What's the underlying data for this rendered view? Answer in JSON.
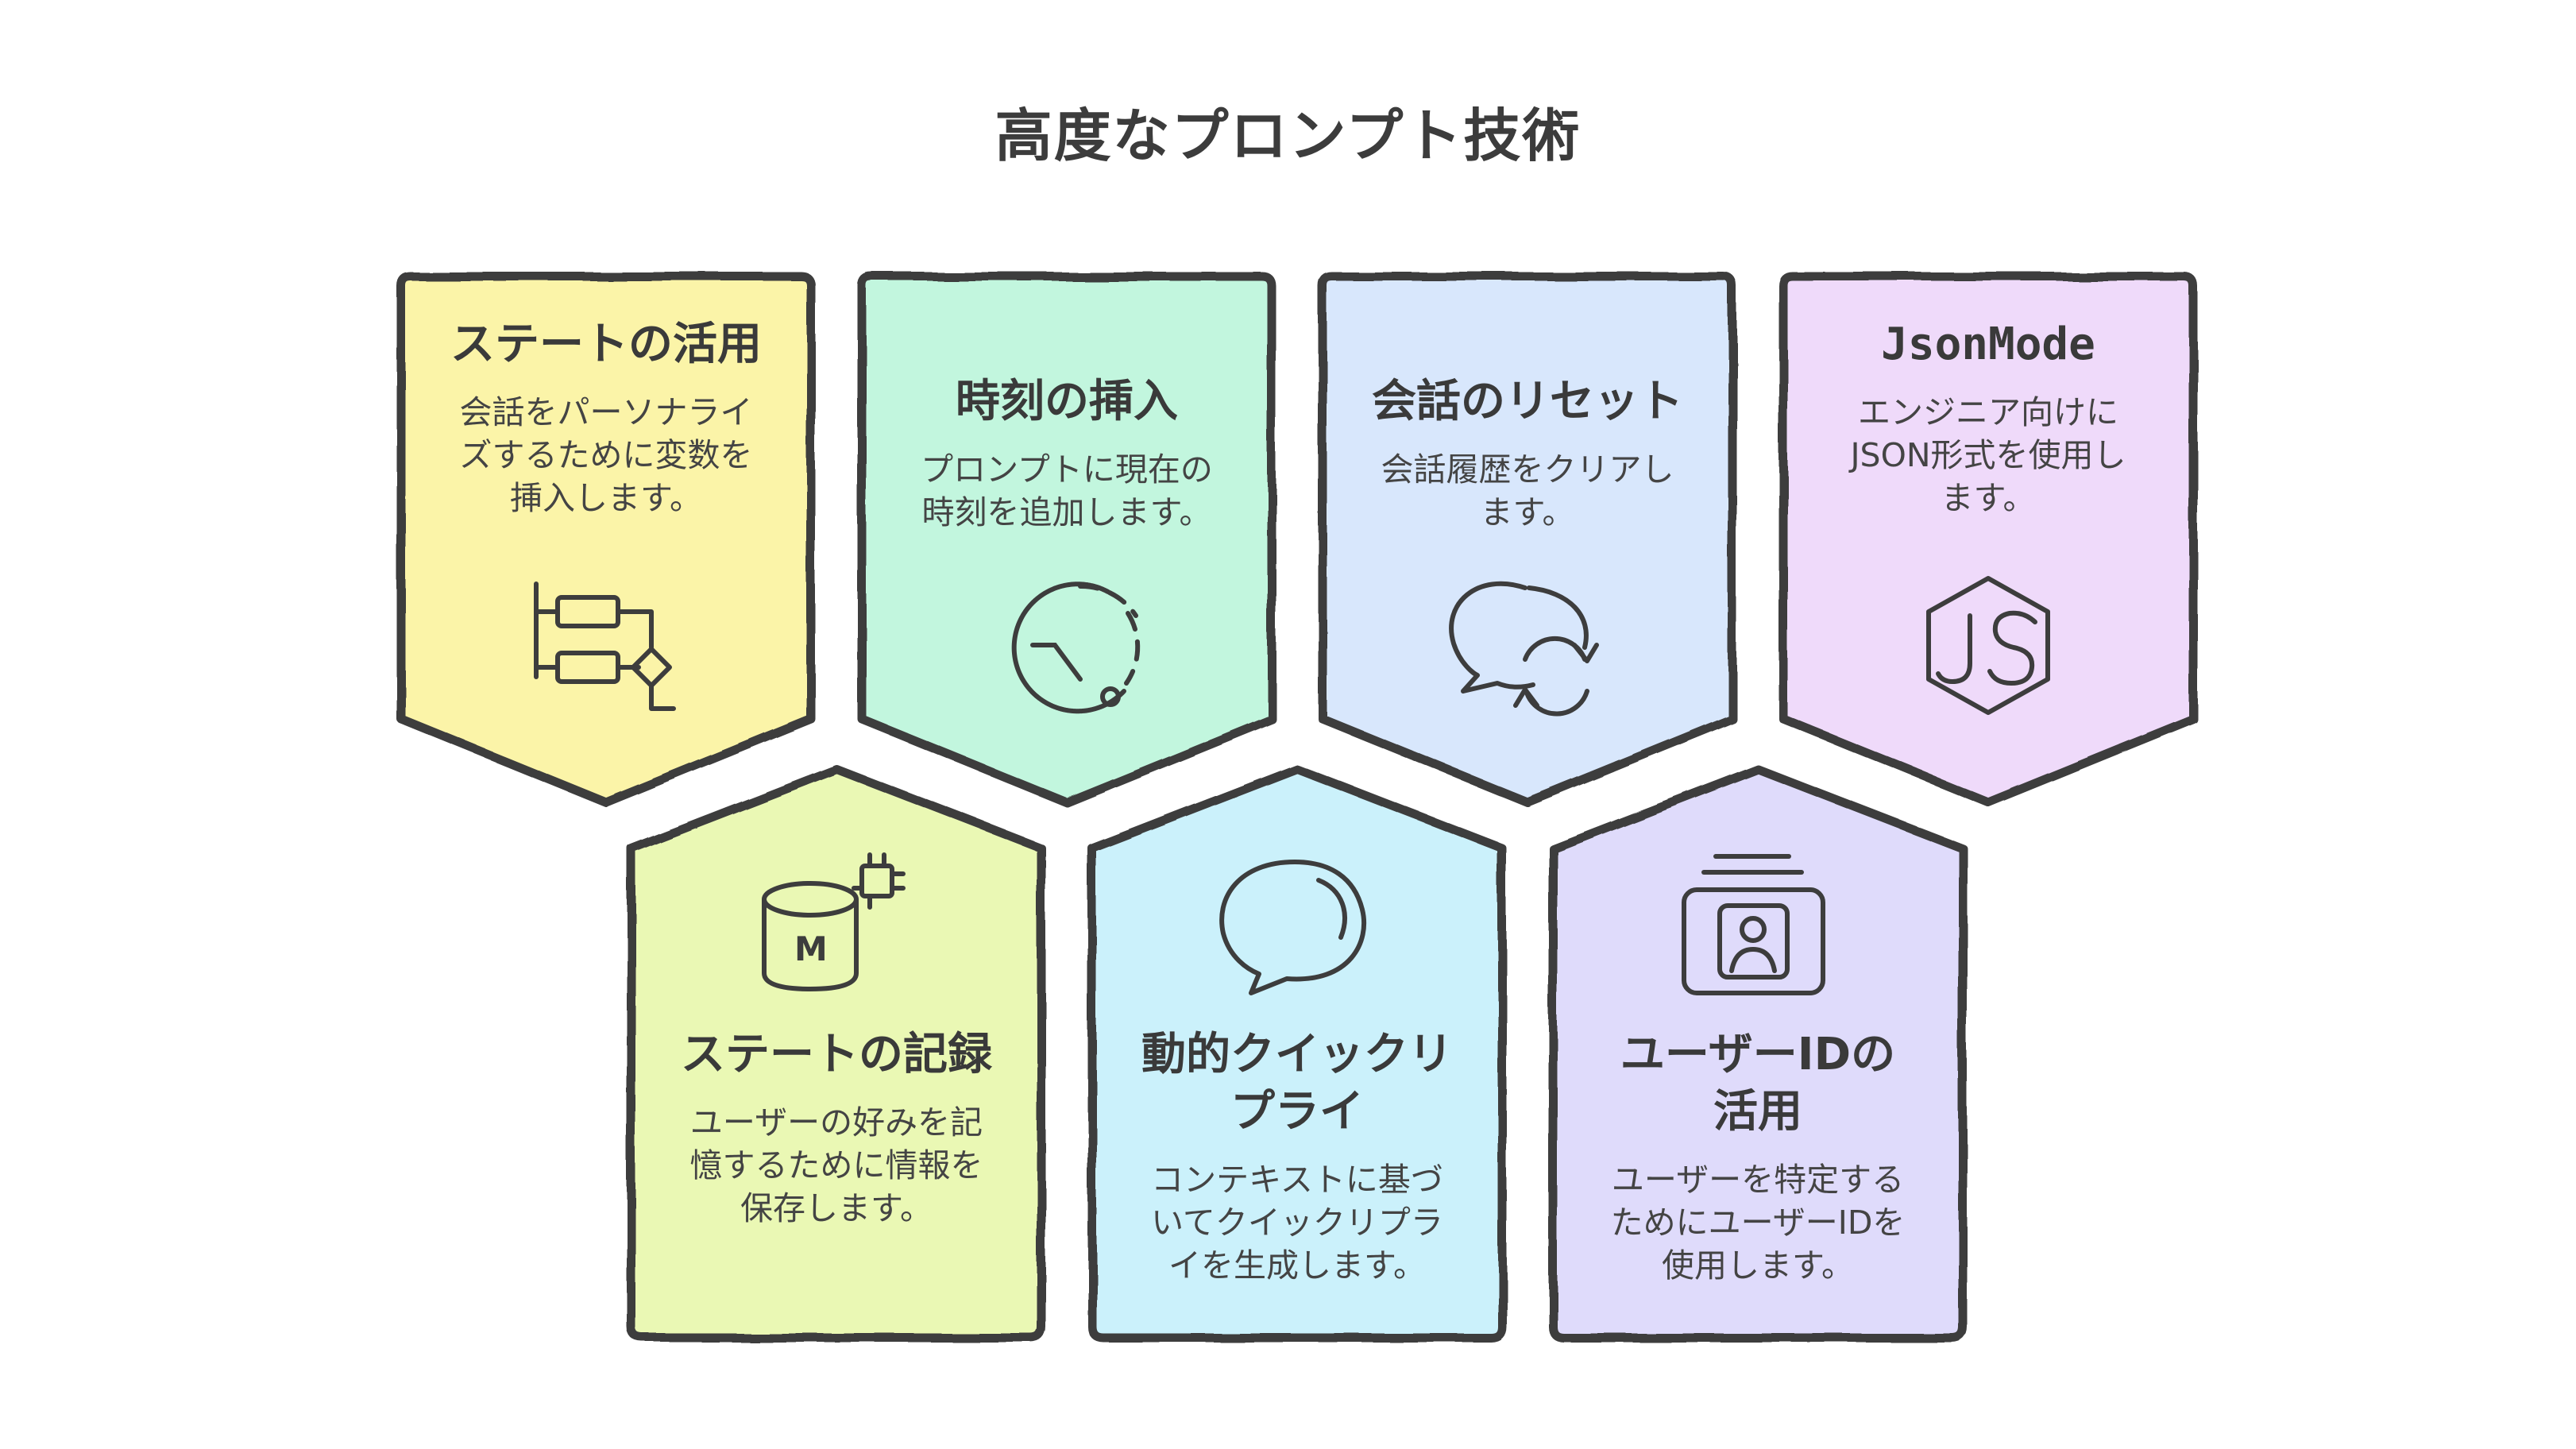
{
  "title": "高度なプロンプト技術",
  "colors": {
    "outline": "#3d3d3d",
    "state_usage": "#fbf3a3",
    "time_insert": "#bff5dc",
    "reset": "#d6e6fc",
    "json_mode": "#eed8fa",
    "state_record": "#e9f8b0",
    "quick_reply": "#c8f0fb",
    "user_id": "#ddd9fb"
  },
  "cards": [
    {
      "key": "state_usage",
      "title": "ステートの活用",
      "desc": "会話をパーソナライ\nズするために変数を\n挿入します。",
      "icon": "flowchart-icon"
    },
    {
      "key": "time_insert",
      "title": "時刻の挿入",
      "desc": "プロンプトに現在の\n時刻を追加します。",
      "icon": "clock-icon"
    },
    {
      "key": "reset",
      "title": "会話のリセット",
      "desc": "会話履歴をクリアし\nます。",
      "icon": "chat-refresh-icon"
    },
    {
      "key": "json_mode",
      "title": "JsonMode",
      "desc": "エンジニア向けに\nJSON形式を使用し\nます。",
      "icon": "js-hexagon-icon"
    },
    {
      "key": "state_record",
      "title": "ステートの記録",
      "desc": "ユーザーの好みを記\n憶するために情報を\n保存します。",
      "icon": "memory-database-icon"
    },
    {
      "key": "quick_reply",
      "title": "動的クイックリ\nプライ",
      "desc": "コンテキストに基づ\nいてクイックリプラ\nイを生成します。",
      "icon": "speech-bubble-icon"
    },
    {
      "key": "user_id",
      "title": "ユーザーIDの\n活用",
      "desc": "ユーザーを特定する\nためにユーザーIDを\n使用します。",
      "icon": "id-card-icon"
    }
  ],
  "icon_text": {
    "memory_letter": "M"
  }
}
